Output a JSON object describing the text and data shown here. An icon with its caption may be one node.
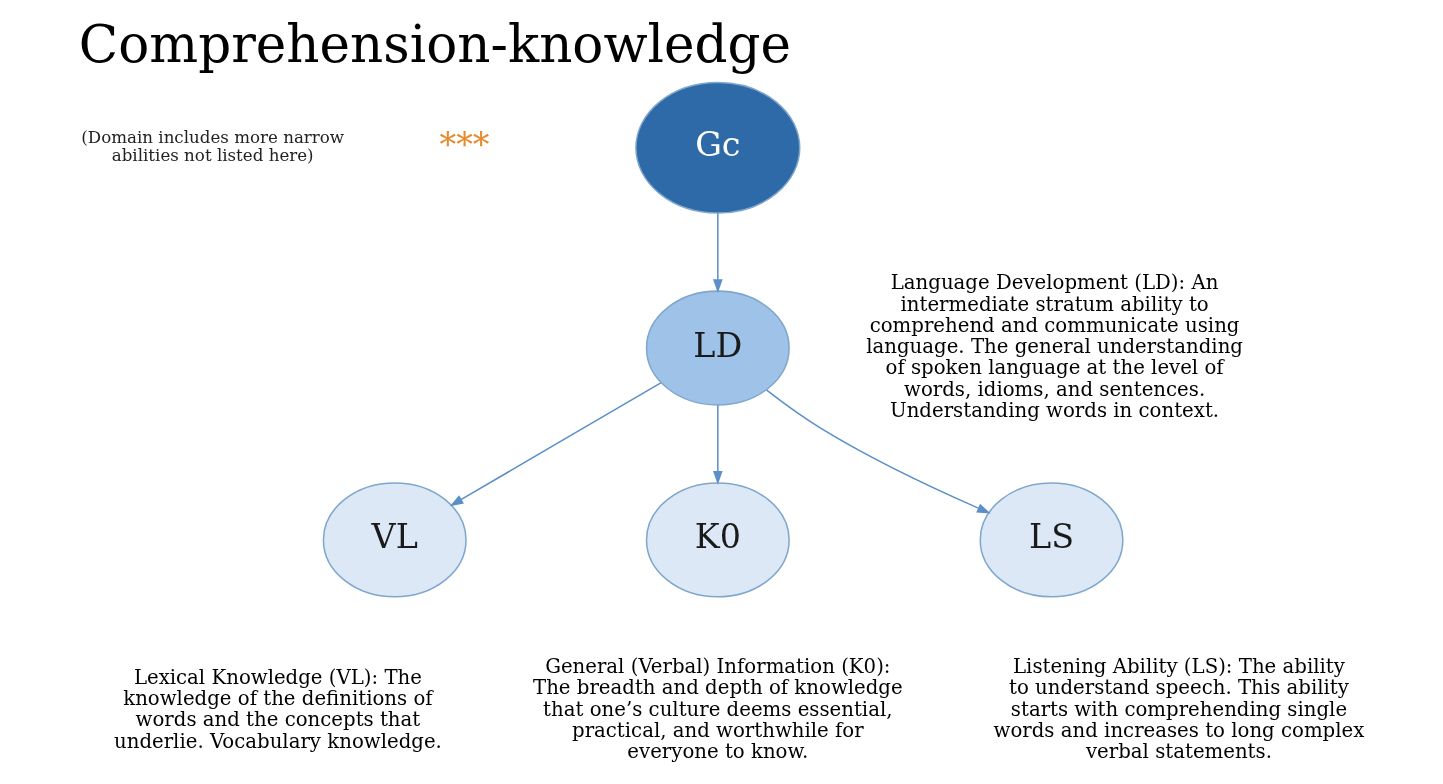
{
  "diagram": {
    "title": "Comprehension-knowledge",
    "nodes": [
      {
        "text": [
          "Gc"
        ]
      },
      {
        "text": [
          "LD"
        ],
        "beside": [
          "Language Development (LD): An intermediate stratum ability to comprehend and communicate using language. The general understanding of spoken language at the level of words, idioms, and sentences. Understanding words in context."
        ]
      },
      {
        "text": [
          "VL"
        ],
        "beside": [
          "Lexical Knowledge (VL): The knowledge of the definitions of words and the concepts that underlie. Vocabulary knowledge."
        ]
      },
      {
        "text": [
          "K0"
        ],
        "beside": [
          "General (Verbal) Information (K0): The breadth and depth of knowledge that one’s culture deems essential, practical, and worthwhile for everyone to know."
        ]
      },
      {
        "text": [
          "LS"
        ],
        "beside": [
          "Listening Ability (LS): The ability to understand speech. This ability starts with comprehending single words and increases to long complex verbal statements."
        ]
      }
    ],
    "edges": [
      {
        "from": 0,
        "to": 1,
        "arrow": "to"
      },
      {
        "from": 1,
        "to": 2,
        "arrow": "to"
      },
      {
        "from": 1,
        "to": 3,
        "arrow": "to"
      },
      {
        "from": 1,
        "to": 4,
        "arrow": "to"
      }
    ],
    "labels": [
      "***",
      "(Domain includes more narrow abilities not listed here)"
    ]
  }
}
